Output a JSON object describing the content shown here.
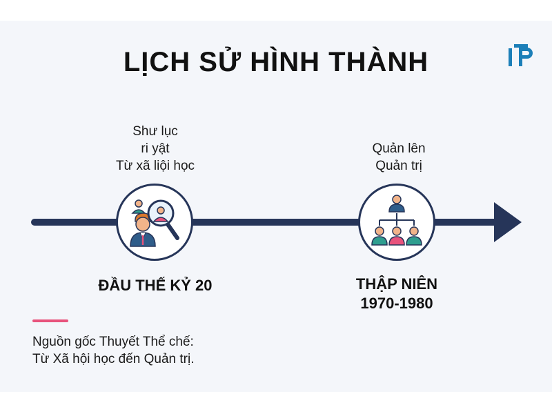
{
  "title": "LỊCH SỬ HÌNH THÀNH",
  "logo": {
    "text": "IT",
    "icon": "it-logo-icon",
    "color": "#1c7fb8"
  },
  "timeline": {
    "line_color": "#263559",
    "events": [
      {
        "milestone_lines": [
          "ĐẦU THẾ KỶ 20"
        ],
        "note_lines": [
          "Shư lục",
          "ri yật",
          "Từ xã liội học"
        ],
        "icon": "person-magnifier-icon"
      },
      {
        "milestone_lines": [
          "THẬP NIÊN",
          "1970-1980"
        ],
        "note_lines": [
          "Quản lên",
          "Quản trị"
        ],
        "icon": "org-chart-icon"
      }
    ]
  },
  "footer": {
    "accent_color": "#e8537c",
    "lines": [
      "Nguồn gốc Thuyết Thể chế:",
      "Từ Xã hội học đến Quản trị."
    ]
  }
}
